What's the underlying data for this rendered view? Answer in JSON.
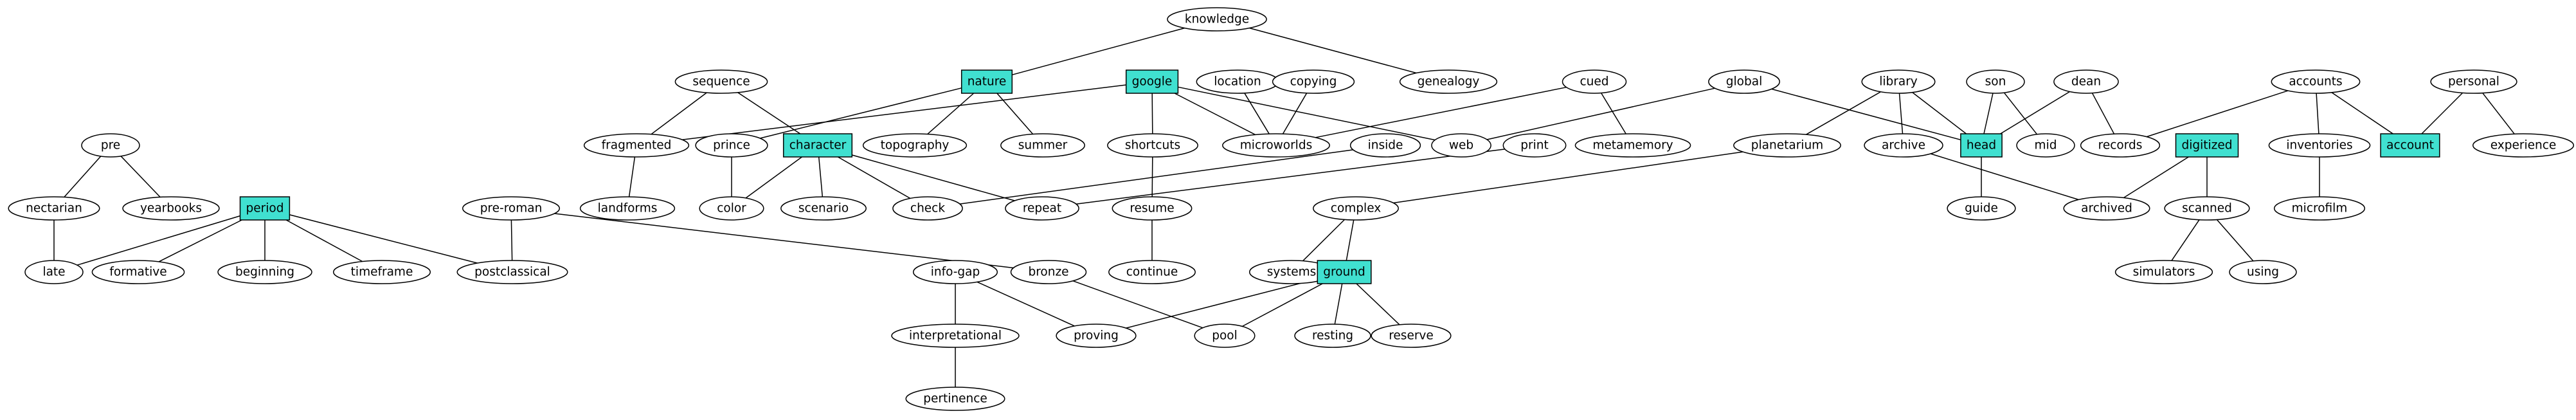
{
  "diagram": {
    "nodes": [
      {
        "id": "knowledge",
        "label": "knowledge",
        "shape": "ellipse"
      },
      {
        "id": "genealogy",
        "label": "genealogy",
        "shape": "ellipse"
      },
      {
        "id": "nature",
        "label": "nature",
        "shape": "box"
      },
      {
        "id": "google",
        "label": "google",
        "shape": "box"
      },
      {
        "id": "location",
        "label": "location",
        "shape": "ellipse"
      },
      {
        "id": "copying",
        "label": "copying",
        "shape": "ellipse"
      },
      {
        "id": "cued",
        "label": "cued",
        "shape": "ellipse"
      },
      {
        "id": "global",
        "label": "global",
        "shape": "ellipse"
      },
      {
        "id": "library",
        "label": "library",
        "shape": "ellipse"
      },
      {
        "id": "son",
        "label": "son",
        "shape": "ellipse"
      },
      {
        "id": "dean",
        "label": "dean",
        "shape": "ellipse"
      },
      {
        "id": "accounts",
        "label": "accounts",
        "shape": "ellipse"
      },
      {
        "id": "personal",
        "label": "personal",
        "shape": "ellipse"
      },
      {
        "id": "sequence",
        "label": "sequence",
        "shape": "ellipse"
      },
      {
        "id": "pre",
        "label": "pre",
        "shape": "ellipse"
      },
      {
        "id": "fragmented",
        "label": "fragmented",
        "shape": "ellipse"
      },
      {
        "id": "prince",
        "label": "prince",
        "shape": "ellipse"
      },
      {
        "id": "character",
        "label": "character",
        "shape": "box"
      },
      {
        "id": "topography",
        "label": "topography",
        "shape": "ellipse"
      },
      {
        "id": "summer",
        "label": "summer",
        "shape": "ellipse"
      },
      {
        "id": "shortcuts",
        "label": "shortcuts",
        "shape": "ellipse"
      },
      {
        "id": "microworlds",
        "label": "microworlds",
        "shape": "ellipse"
      },
      {
        "id": "inside",
        "label": "inside",
        "shape": "ellipse"
      },
      {
        "id": "web",
        "label": "web",
        "shape": "ellipse"
      },
      {
        "id": "print",
        "label": "print",
        "shape": "ellipse"
      },
      {
        "id": "metamemory",
        "label": "metamemory",
        "shape": "ellipse"
      },
      {
        "id": "planetarium",
        "label": "planetarium",
        "shape": "ellipse"
      },
      {
        "id": "archive",
        "label": "archive",
        "shape": "ellipse"
      },
      {
        "id": "head",
        "label": "head",
        "shape": "box"
      },
      {
        "id": "mid",
        "label": "mid",
        "shape": "ellipse"
      },
      {
        "id": "records",
        "label": "records",
        "shape": "ellipse"
      },
      {
        "id": "digitized",
        "label": "digitized",
        "shape": "box"
      },
      {
        "id": "inventories",
        "label": "inventories",
        "shape": "ellipse"
      },
      {
        "id": "account",
        "label": "account",
        "shape": "box"
      },
      {
        "id": "experience",
        "label": "experience",
        "shape": "ellipse"
      },
      {
        "id": "nectarian",
        "label": "nectarian",
        "shape": "ellipse"
      },
      {
        "id": "yearbooks",
        "label": "yearbooks",
        "shape": "ellipse"
      },
      {
        "id": "period",
        "label": "period",
        "shape": "box"
      },
      {
        "id": "pre-roman",
        "label": "pre-roman",
        "shape": "ellipse"
      },
      {
        "id": "landforms",
        "label": "landforms",
        "shape": "ellipse"
      },
      {
        "id": "color",
        "label": "color",
        "shape": "ellipse"
      },
      {
        "id": "scenario",
        "label": "scenario",
        "shape": "ellipse"
      },
      {
        "id": "check",
        "label": "check",
        "shape": "ellipse"
      },
      {
        "id": "repeat",
        "label": "repeat",
        "shape": "ellipse"
      },
      {
        "id": "resume",
        "label": "resume",
        "shape": "ellipse"
      },
      {
        "id": "complex",
        "label": "complex",
        "shape": "ellipse"
      },
      {
        "id": "guide",
        "label": "guide",
        "shape": "ellipse"
      },
      {
        "id": "archived",
        "label": "archived",
        "shape": "ellipse"
      },
      {
        "id": "scanned",
        "label": "scanned",
        "shape": "ellipse"
      },
      {
        "id": "microfilm",
        "label": "microfilm",
        "shape": "ellipse"
      },
      {
        "id": "late",
        "label": "late",
        "shape": "ellipse"
      },
      {
        "id": "formative",
        "label": "formative",
        "shape": "ellipse"
      },
      {
        "id": "beginning",
        "label": "beginning",
        "shape": "ellipse"
      },
      {
        "id": "timeframe",
        "label": "timeframe",
        "shape": "ellipse"
      },
      {
        "id": "postclassical",
        "label": "postclassical",
        "shape": "ellipse"
      },
      {
        "id": "info-gap",
        "label": "info-gap",
        "shape": "ellipse"
      },
      {
        "id": "bronze",
        "label": "bronze",
        "shape": "ellipse"
      },
      {
        "id": "continue",
        "label": "continue",
        "shape": "ellipse"
      },
      {
        "id": "systems",
        "label": "systems",
        "shape": "ellipse"
      },
      {
        "id": "ground",
        "label": "ground",
        "shape": "box"
      },
      {
        "id": "simulators",
        "label": "simulators",
        "shape": "ellipse"
      },
      {
        "id": "using",
        "label": "using",
        "shape": "ellipse"
      },
      {
        "id": "interpretational",
        "label": "interpretational",
        "shape": "ellipse"
      },
      {
        "id": "proving",
        "label": "proving",
        "shape": "ellipse"
      },
      {
        "id": "pool",
        "label": "pool",
        "shape": "ellipse"
      },
      {
        "id": "resting",
        "label": "resting",
        "shape": "ellipse"
      },
      {
        "id": "reserve",
        "label": "reserve",
        "shape": "ellipse"
      },
      {
        "id": "pertinence",
        "label": "pertinence",
        "shape": "ellipse"
      }
    ],
    "edges": [
      [
        "knowledge",
        "nature"
      ],
      [
        "knowledge",
        "genealogy"
      ],
      [
        "nature",
        "prince"
      ],
      [
        "nature",
        "topography"
      ],
      [
        "nature",
        "summer"
      ],
      [
        "google",
        "fragmented"
      ],
      [
        "google",
        "shortcuts"
      ],
      [
        "google",
        "microworlds"
      ],
      [
        "google",
        "web"
      ],
      [
        "location",
        "microworlds"
      ],
      [
        "copying",
        "microworlds"
      ],
      [
        "cued",
        "microworlds"
      ],
      [
        "cued",
        "metamemory"
      ],
      [
        "global",
        "web"
      ],
      [
        "global",
        "head"
      ],
      [
        "library",
        "planetarium"
      ],
      [
        "library",
        "archive"
      ],
      [
        "library",
        "head"
      ],
      [
        "son",
        "head"
      ],
      [
        "son",
        "mid"
      ],
      [
        "dean",
        "head"
      ],
      [
        "dean",
        "records"
      ],
      [
        "accounts",
        "records"
      ],
      [
        "accounts",
        "inventories"
      ],
      [
        "accounts",
        "account"
      ],
      [
        "personal",
        "account"
      ],
      [
        "personal",
        "experience"
      ],
      [
        "sequence",
        "fragmented"
      ],
      [
        "sequence",
        "character"
      ],
      [
        "pre",
        "nectarian"
      ],
      [
        "pre",
        "yearbooks"
      ],
      [
        "fragmented",
        "landforms"
      ],
      [
        "prince",
        "color"
      ],
      [
        "character",
        "color"
      ],
      [
        "character",
        "scenario"
      ],
      [
        "character",
        "check"
      ],
      [
        "character",
        "repeat"
      ],
      [
        "shortcuts",
        "resume"
      ],
      [
        "inside",
        "check"
      ],
      [
        "print",
        "repeat"
      ],
      [
        "planetarium",
        "complex"
      ],
      [
        "archive",
        "archived"
      ],
      [
        "head",
        "guide"
      ],
      [
        "digitized",
        "archived"
      ],
      [
        "digitized",
        "scanned"
      ],
      [
        "inventories",
        "microfilm"
      ],
      [
        "nectarian",
        "late"
      ],
      [
        "period",
        "late"
      ],
      [
        "period",
        "formative"
      ],
      [
        "period",
        "beginning"
      ],
      [
        "period",
        "timeframe"
      ],
      [
        "period",
        "postclassical"
      ],
      [
        "pre-roman",
        "postclassical"
      ],
      [
        "pre-roman",
        "bronze"
      ],
      [
        "resume",
        "continue"
      ],
      [
        "complex",
        "systems"
      ],
      [
        "complex",
        "ground"
      ],
      [
        "scanned",
        "simulators"
      ],
      [
        "scanned",
        "using"
      ],
      [
        "info-gap",
        "interpretational"
      ],
      [
        "info-gap",
        "proving"
      ],
      [
        "bronze",
        "pool"
      ],
      [
        "ground",
        "proving"
      ],
      [
        "ground",
        "pool"
      ],
      [
        "ground",
        "resting"
      ],
      [
        "ground",
        "reserve"
      ],
      [
        "interpretational",
        "pertinence"
      ]
    ]
  }
}
